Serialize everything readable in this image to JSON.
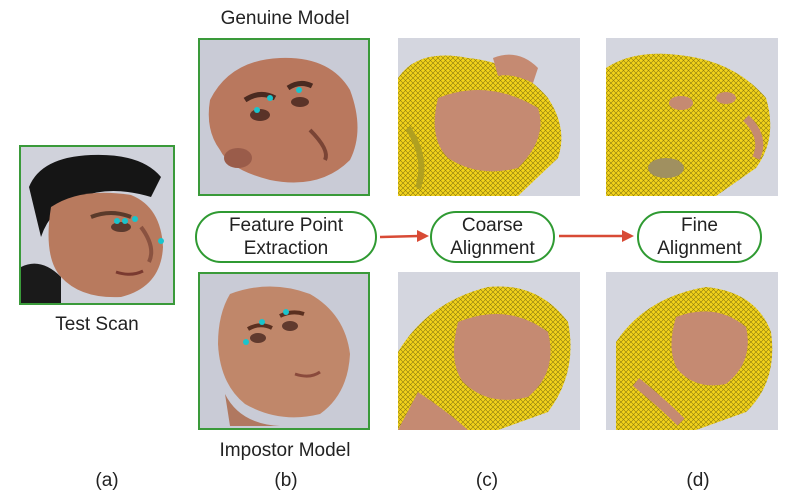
{
  "labels": {
    "genuine_model": "Genuine Model",
    "impostor_model": "Impostor Model",
    "test_scan": "Test Scan"
  },
  "steps": {
    "feature_point": {
      "line1": "Feature Point",
      "line2": "Extraction"
    },
    "coarse": {
      "line1": "Coarse",
      "line2": "Alignment"
    },
    "fine": {
      "line1": "Fine",
      "line2": "Alignment"
    }
  },
  "sublabels": {
    "a": "(a)",
    "b": "(b)",
    "c": "(c)",
    "d": "(d)"
  },
  "colors": {
    "frame_green": "#3a9a3a",
    "arrow_red": "#d84a35",
    "feature_point_cyan": "#19c4cc",
    "mesh_yellow": "#f2d21a"
  }
}
